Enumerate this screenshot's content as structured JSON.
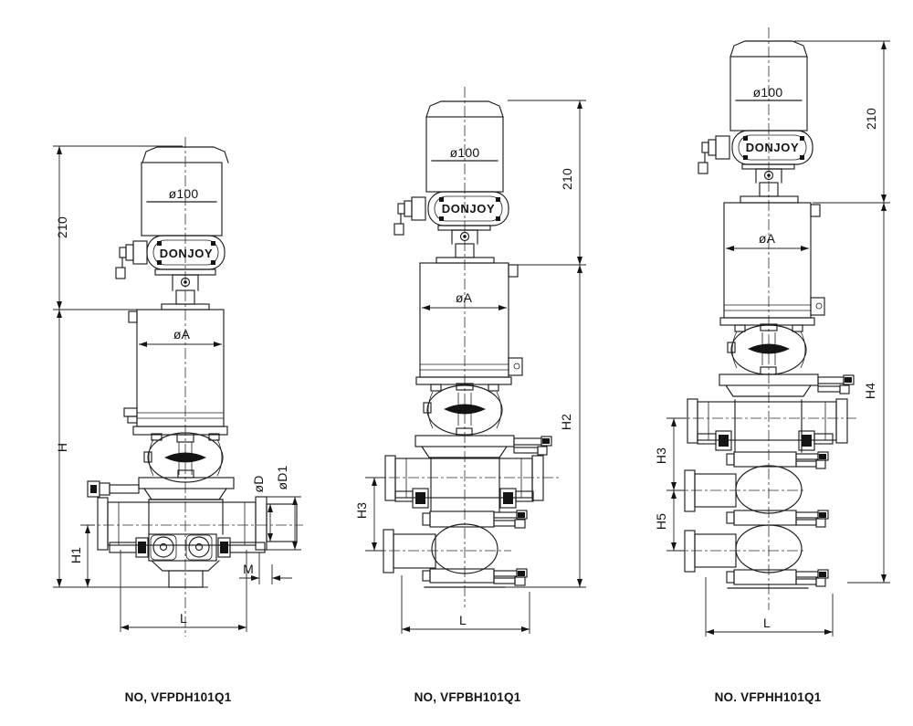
{
  "page": {
    "background": "#ffffff",
    "line_color": "#1e1e1e",
    "text_color": "#141414"
  },
  "valves": [
    {
      "id": "left",
      "part_number": "NO, VFPDH101Q1",
      "brand": "DONJOY",
      "labels": {
        "actuator_od": "ø100",
        "actuator_h": "210",
        "cyl_od": "øA",
        "h": "H",
        "h1": "H1",
        "port_od": "øD",
        "clamp_od": "øD1",
        "m": "M",
        "l": "L"
      }
    },
    {
      "id": "middle",
      "part_number": "NO, VFPBH101Q1",
      "brand": "DONJOY",
      "labels": {
        "actuator_od": "ø100",
        "actuator_h": "210",
        "cyl_od": "øA",
        "h2": "H2",
        "h3": "H3",
        "l": "L"
      }
    },
    {
      "id": "right",
      "part_number": "NO. VFPHH101Q1",
      "brand": "DONJOY",
      "labels": {
        "actuator_od": "ø100",
        "actuator_h": "210",
        "cyl_od": "øA",
        "h4": "H4",
        "h3": "H3",
        "h5": "H5",
        "l": "L"
      }
    }
  ]
}
